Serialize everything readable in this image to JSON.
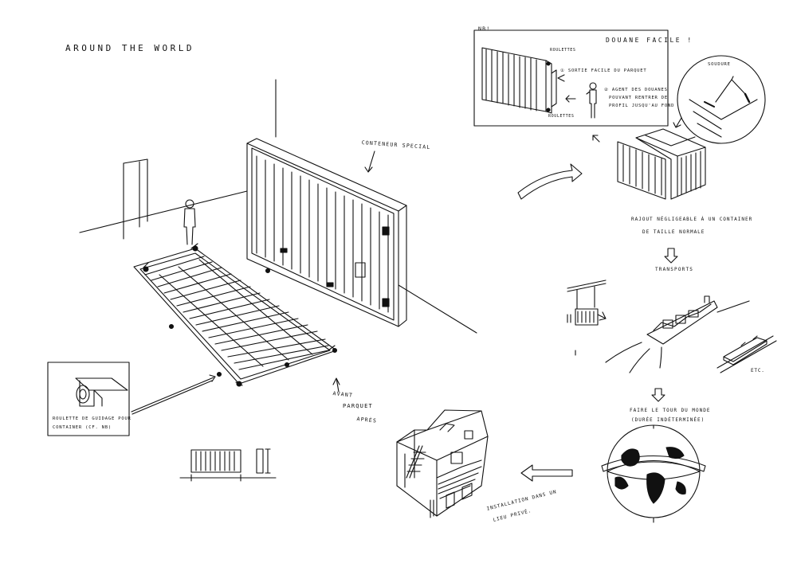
{
  "title": "AROUND THE WORLD",
  "labels": {
    "special_container": "CONTENEUR SPECIAL",
    "before": "AVANT",
    "parquet": "PARQUET",
    "after": "APRÈS",
    "guide_wheel_1": "ROULETTE DE GUIDAGE POUR",
    "guide_wheel_2": "CONTAINER (CF. NB)",
    "nb": "NB!",
    "customs_easy": "DOUANE FACILE !",
    "wheels_top": "ROULETTES",
    "wheels_bottom": "ROULETTES",
    "step1": "① SORTIE FACILE DU PARQUET",
    "step2_1": "② AGENT DES DOUANES",
    "step2_2": "POUVANT RENTRER DE",
    "step2_3": "PROFIL JUSQU'AU FOND",
    "weld": "SOUDURE",
    "added_1": "RAJOUT NÉGLIGEABLE À UN CONTAINER",
    "added_2": "DE TAILLE NORMALE",
    "transports": "TRANSPORTS",
    "etc": "ETC.",
    "world_1": "FAIRE LE TOUR DU MONDE",
    "world_2": "(DURÉE INDÉTERMINÉE)",
    "install_1": "INSTALLATION DANS UN",
    "install_2": "LIEU PRIVÉ."
  },
  "icons": [
    "container-icon",
    "parquet-floor-icon",
    "person-icon",
    "wheel-icon",
    "crane-icon",
    "ship-icon",
    "train-icon",
    "globe-icon",
    "house-icon",
    "arrow-icon"
  ]
}
